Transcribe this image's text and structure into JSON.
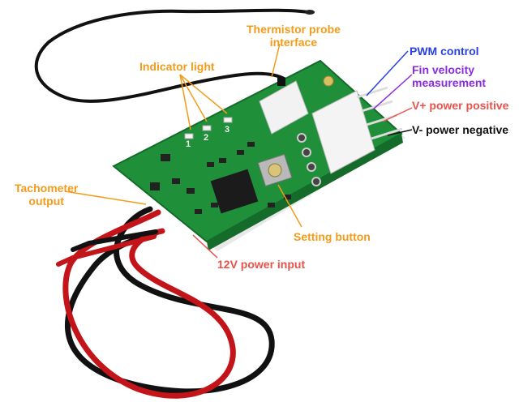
{
  "colors": {
    "board": "#1f8f3a",
    "board_dark": "#146b2a",
    "label_orange": "#f39b1b",
    "label_blue": "#2a3fe0",
    "label_purple": "#8a2be2",
    "label_red": "#e8524a",
    "label_black": "#111111",
    "wire_red": "#c3141a",
    "wire_black": "#111111"
  },
  "labels": {
    "thermistor_line1": "Thermistor probe",
    "thermistor_line2": "interface",
    "indicator_light": "Indicator light",
    "pwm_control": "PWM control",
    "fin_line1": "Fin velocity",
    "fin_line2": "measurement",
    "v_plus": "V+ power positive",
    "v_minus": "V- power negative",
    "tach_line1": "Tachometer",
    "tach_line2": "output",
    "setting_button": "Setting button",
    "power_input": "12V power input"
  },
  "silkscreen": {
    "led1": "1",
    "led2": "2",
    "led3": "3"
  }
}
